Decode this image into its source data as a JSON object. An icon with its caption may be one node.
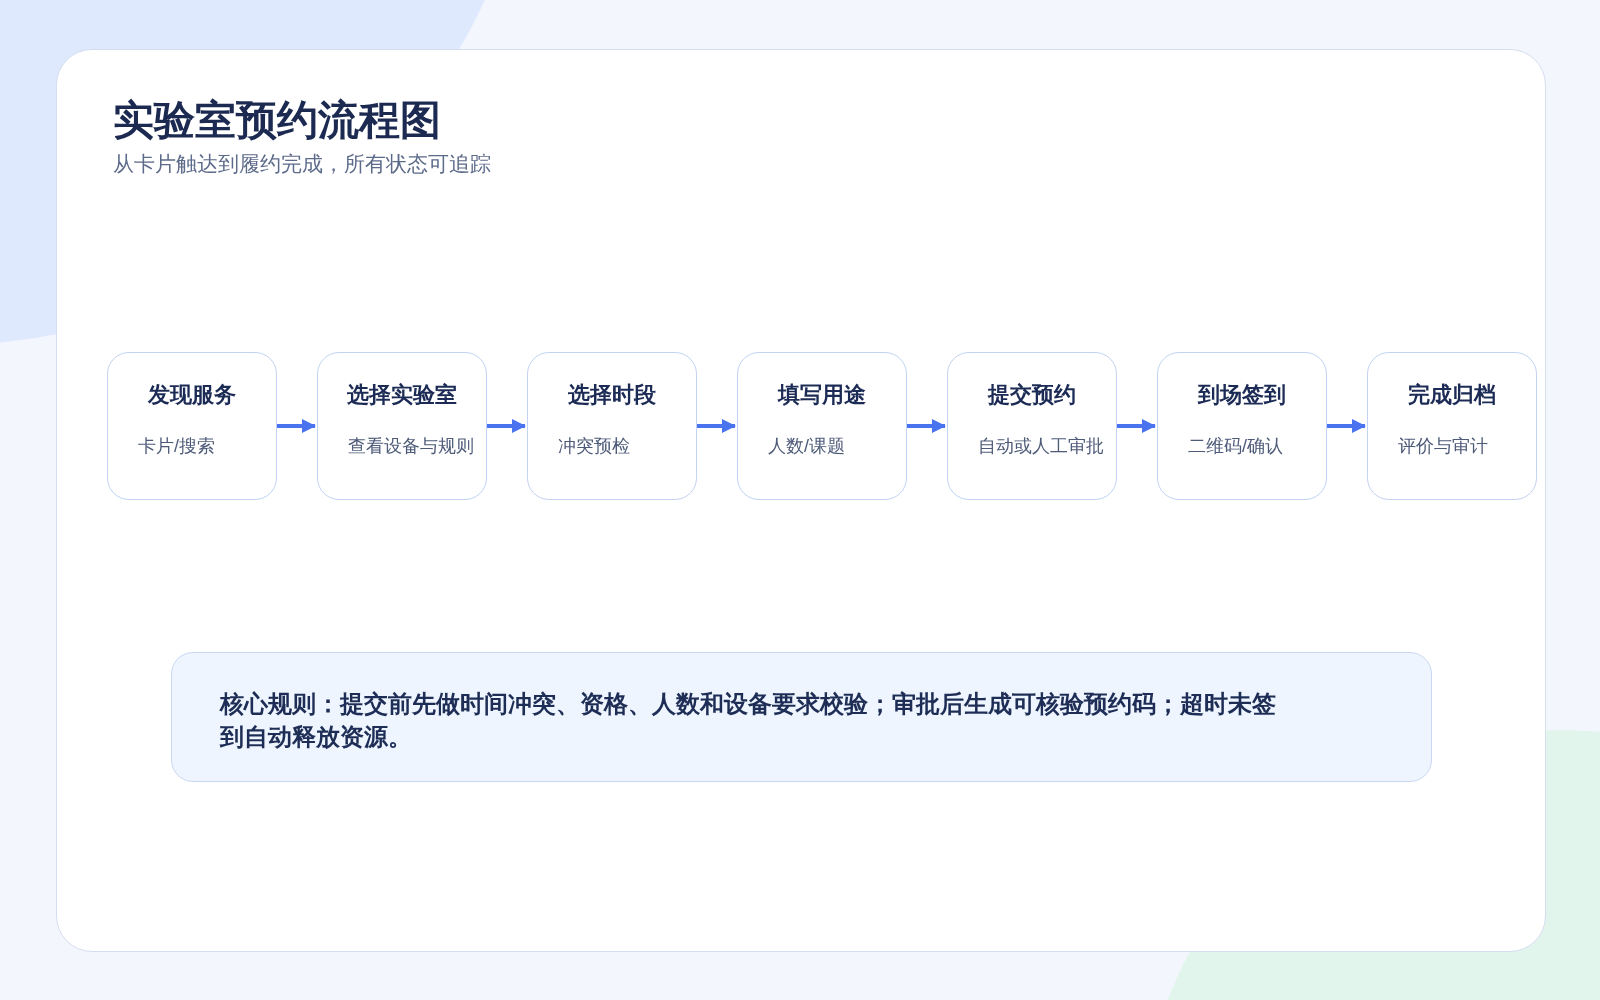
{
  "diagram": {
    "title": "实验室预约流程图",
    "nodes": [
      {
        "text": [
          "发现服务",
          "卡片/搜索"
        ]
      },
      {
        "text": [
          "选择实验室",
          "查看设备与规则"
        ]
      },
      {
        "text": [
          "选择时段",
          "冲突预检"
        ]
      },
      {
        "text": [
          "填写用途",
          "人数/课题"
        ]
      },
      {
        "text": [
          "提交预约",
          "自动或人工审批"
        ]
      },
      {
        "text": [
          "到场签到",
          "二维码/确认"
        ]
      },
      {
        "text": [
          "完成归档",
          "评价与审计"
        ]
      },
      {
        "text": [
          "核心规则：提交前先做时间冲突、资格、人数和设备要求校验；审批后生成可核验预约码；超时未签到自动释放资源。"
        ]
      }
    ],
    "edges": [
      {
        "from": 0,
        "to": 1,
        "arrow": "to"
      },
      {
        "from": 1,
        "to": 2,
        "arrow": "to"
      },
      {
        "from": 2,
        "to": 3,
        "arrow": "to"
      },
      {
        "from": 3,
        "to": 4,
        "arrow": "to"
      },
      {
        "from": 4,
        "to": 5,
        "arrow": "to"
      },
      {
        "from": 5,
        "to": 6,
        "arrow": "to"
      }
    ],
    "labels": [
      "从卡片触达到履约完成，所有状态可追踪"
    ]
  }
}
